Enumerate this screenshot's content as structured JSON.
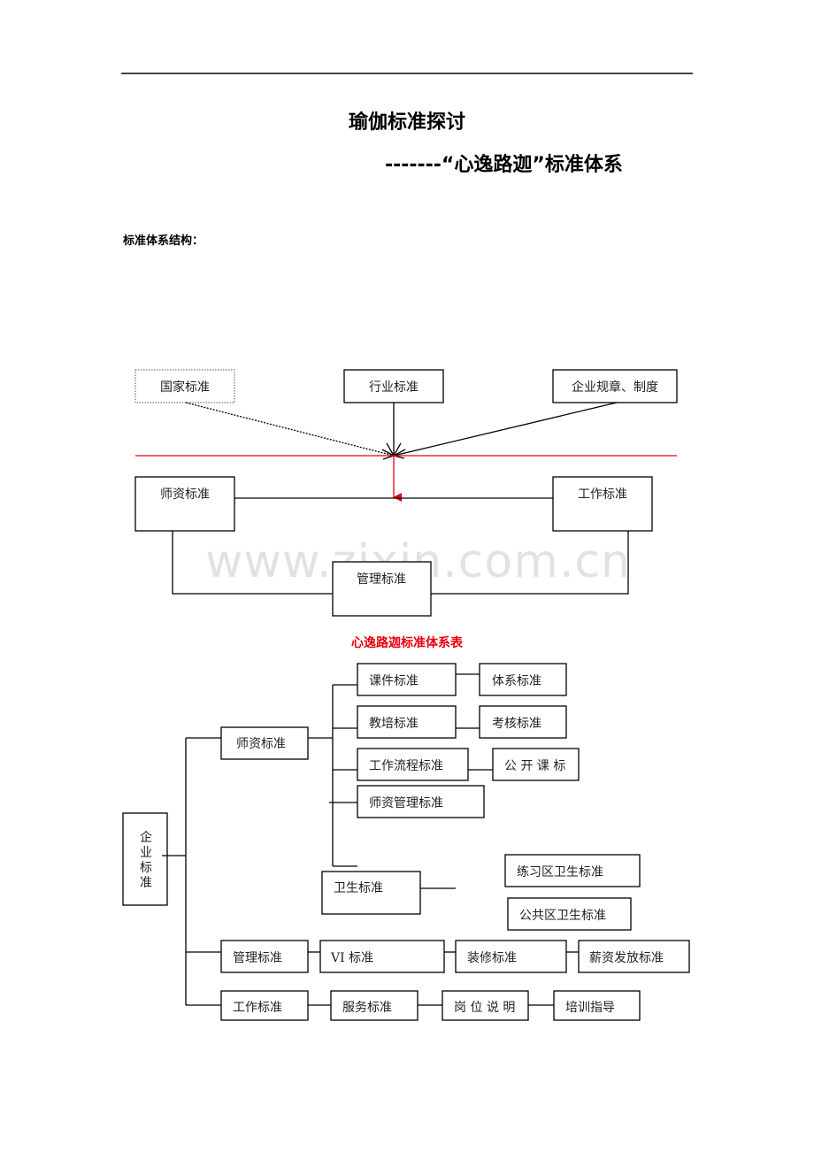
{
  "document": {
    "title": "瑜伽标准探讨",
    "subtitle": "-------“心逸路迦”标准体系",
    "section_label": "标准体系结构：",
    "watermark": "www.zixin.com.cn"
  },
  "structure_diagram": {
    "sources": {
      "national": "国家标准",
      "industry": "行业标准",
      "enterprise": "企业规章、制度"
    },
    "targets": {
      "teacher": "师资标准",
      "work": "工作标准",
      "management": "管理标准"
    },
    "colors": {
      "merge_line": "#e8000b",
      "arrow": "#e8000b"
    }
  },
  "system_table": {
    "title": "心逸路迦标准体系表",
    "root": "企业标准",
    "root_chars": [
      "企",
      "业",
      "标",
      "准"
    ],
    "teacher": {
      "label": "师资标准",
      "children": [
        {
          "label": "课件标准",
          "next": "体系标准"
        },
        {
          "label": "教培标准",
          "next": "考核标准"
        },
        {
          "label": "工作流程标准",
          "next": "公 开 课 标"
        },
        {
          "label": "师资管理标准"
        }
      ]
    },
    "hygiene": {
      "label": "卫生标准",
      "children": [
        "练习区卫生标准",
        "公共区卫生标准"
      ]
    },
    "management_chain": [
      "管理标准",
      "VI 标准",
      "装修标准",
      "薪资发放标准"
    ],
    "work_chain": [
      "工作标准",
      "服务标准",
      "岗 位 说 明",
      "培训指导"
    ]
  }
}
